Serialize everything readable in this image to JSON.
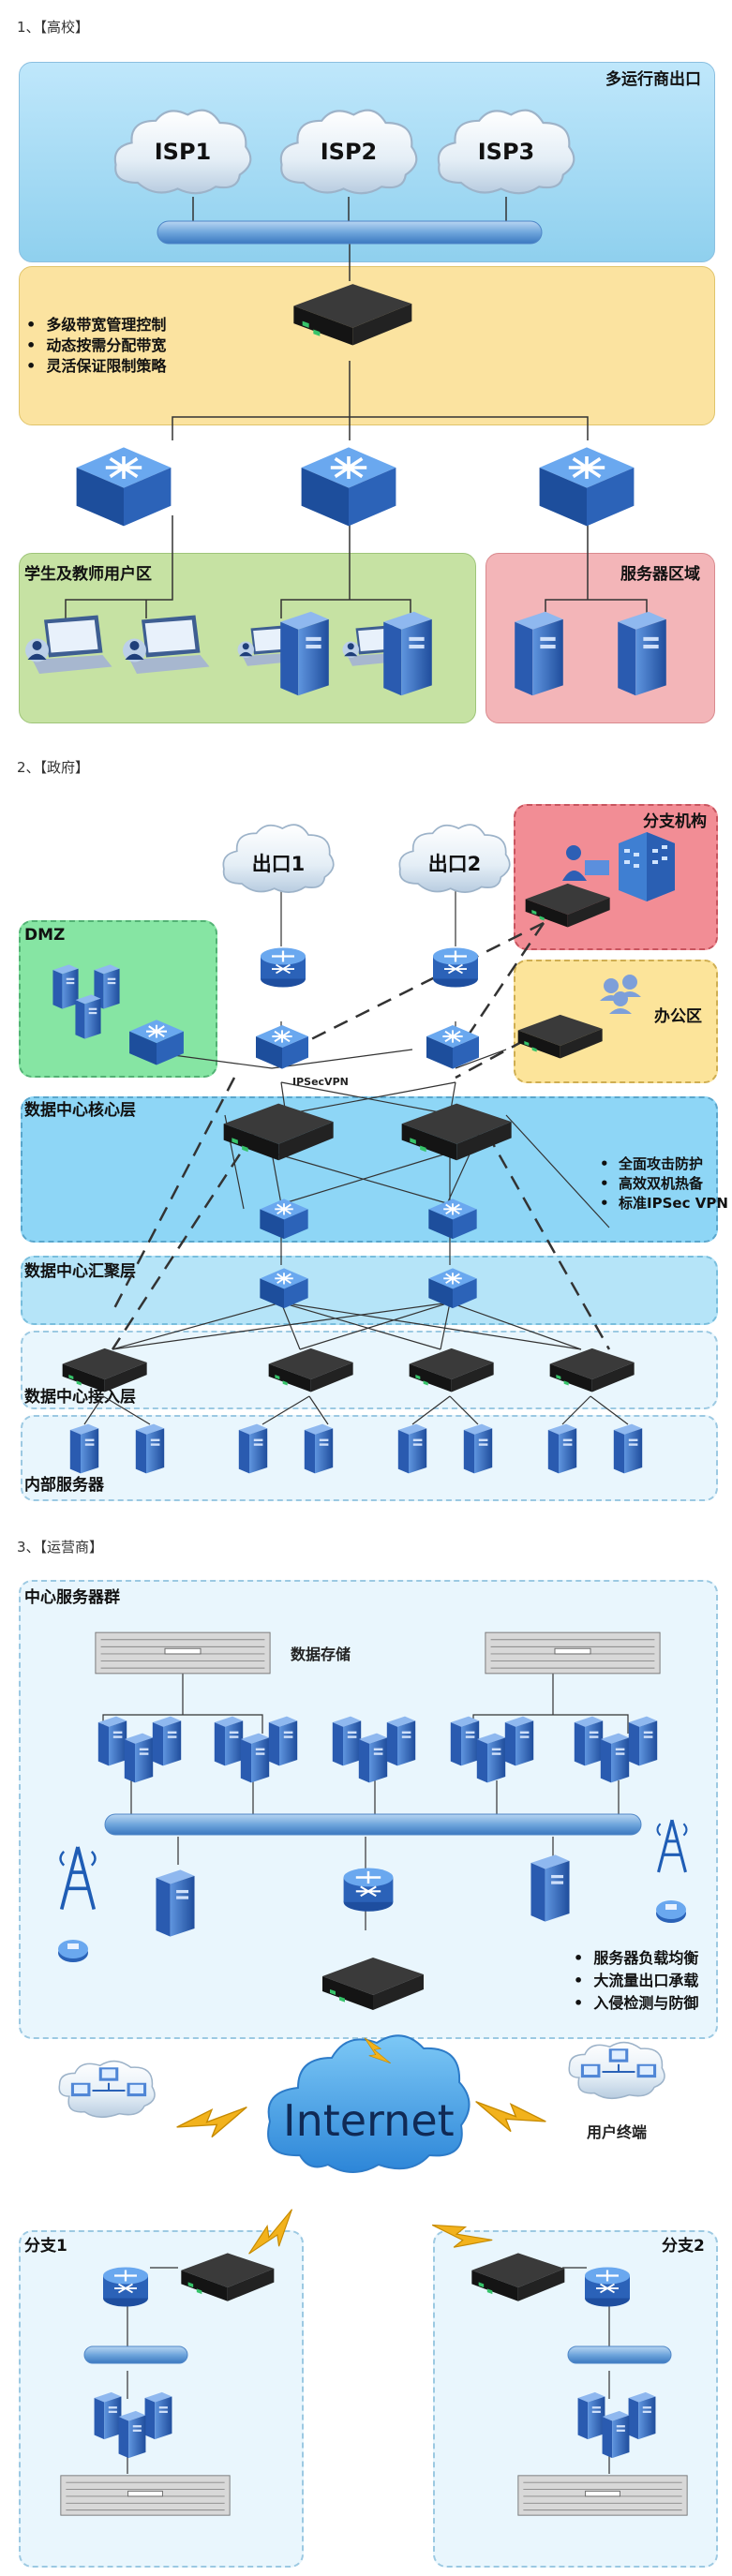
{
  "sections": {
    "s1": {
      "title": "1、【高校】",
      "isp_zone_label": "多运行商出口",
      "clouds": [
        "ISP1",
        "ISP2",
        "ISP3"
      ],
      "features": [
        "多级带宽管理控制",
        "动态按需分配带宽",
        "灵活保证限制策略"
      ],
      "user_zone_label": "学生及教师用户区",
      "server_zone_label": "服务器区域"
    },
    "s2": {
      "title": "2、【政府】",
      "clouds": [
        "出口1",
        "出口2"
      ],
      "branch_label": "分支机构",
      "office_label": "办公区",
      "dmz_label": "DMZ",
      "ipsec_label": "IPSecVPN",
      "core_label": "数据中心核心层",
      "features": [
        "全面攻击防护",
        "高效双机热备",
        "标准IPSec VPN"
      ],
      "agg_label": "数据中心汇聚层",
      "access_label": "数据中心接入层",
      "servers_label": "内部服务器"
    },
    "s3": {
      "title": "3、【运营商】",
      "center_label": "中心服务器群",
      "storage_label": "数据存储",
      "features": [
        "服务器负载均衡",
        "大流量出口承载",
        "入侵检测与防御"
      ],
      "internet_label": "Internet",
      "terminal_label": "用户终端",
      "branch1_label": "分支1",
      "branch2_label": "分支2"
    }
  },
  "colors": {
    "isp_zone": "#8fd0ee",
    "feature_zone": "#fbe3a0",
    "user_zone": "#c6e2a3",
    "server_zone": "#f3b5b8",
    "branch_zone": "#f28d95",
    "office_zone": "#fce49a",
    "dmz_zone": "#86e5a3",
    "core_zone": "#8ed6f6",
    "agg_zone": "#b5e4f8",
    "light_zone": "#e9f6fd"
  },
  "icons": [
    "cloud-icon",
    "firewall-icon",
    "switch-icon",
    "router-icon",
    "server-icon",
    "laptop-icon",
    "storage-icon",
    "antenna-icon",
    "user-icon"
  ]
}
